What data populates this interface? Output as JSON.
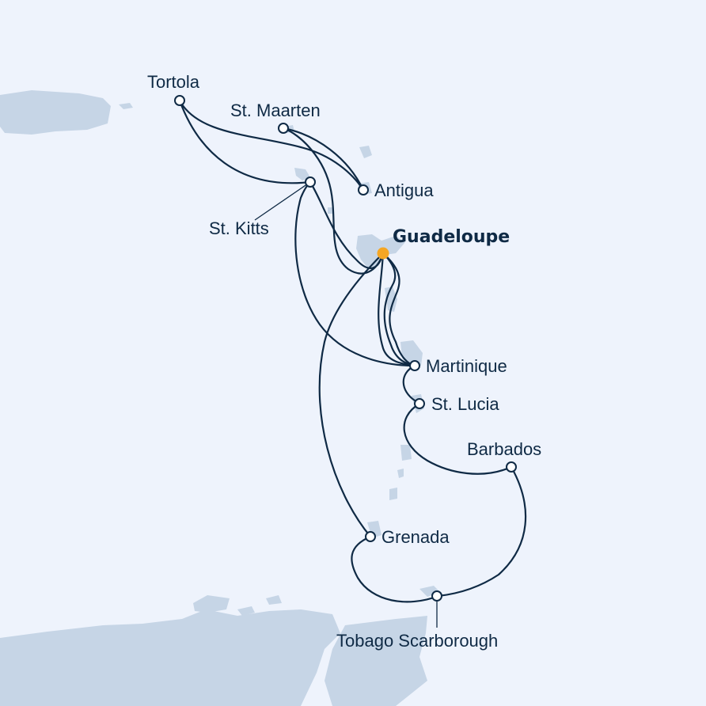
{
  "map": {
    "home_port": {
      "name": "Guadeloupe",
      "color": "#f5a623"
    },
    "ports": [
      {
        "id": "tortola",
        "name": "Tortola"
      },
      {
        "id": "st-maarten",
        "name": "St. Maarten"
      },
      {
        "id": "antigua",
        "name": "Antigua"
      },
      {
        "id": "st-kitts",
        "name": "St. Kitts"
      },
      {
        "id": "martinique",
        "name": "Martinique"
      },
      {
        "id": "st-lucia",
        "name": "St. Lucia"
      },
      {
        "id": "barbados",
        "name": "Barbados"
      },
      {
        "id": "grenada",
        "name": "Grenada"
      },
      {
        "id": "tobago",
        "name": "Tobago Scarborough"
      }
    ],
    "colors": {
      "sea": "#eef3fc",
      "land": "#c6d5e6",
      "route": "#0f2a45"
    }
  }
}
